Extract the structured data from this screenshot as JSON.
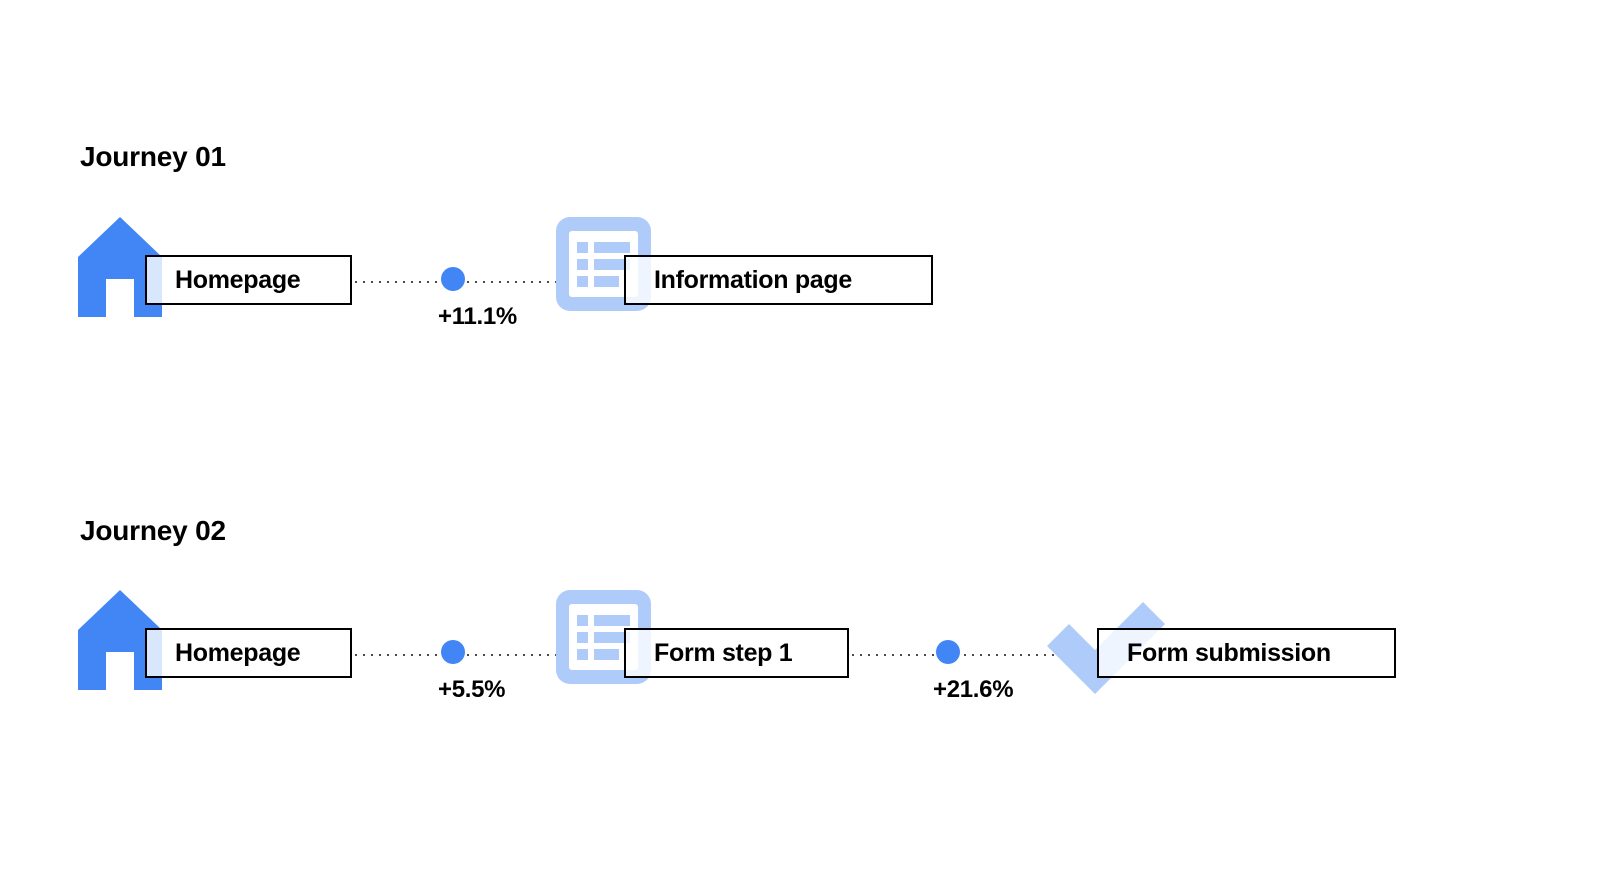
{
  "page": {
    "background_color": "#ffffff",
    "accent_blue": "#4285F4",
    "icon_light_blue": "#AECBFA",
    "text_color": "#000000"
  },
  "journeys": [
    {
      "title": "Journey 01",
      "steps": [
        {
          "label": "Homepage",
          "icon": "house-icon"
        },
        {
          "label": "Information page",
          "icon": "list-page-icon"
        }
      ],
      "transitions": [
        {
          "label": "+11.1%"
        }
      ]
    },
    {
      "title": "Journey 02",
      "steps": [
        {
          "label": "Homepage",
          "icon": "house-icon"
        },
        {
          "label": "Form step 1",
          "icon": "list-page-icon"
        },
        {
          "label": "Form submission",
          "icon": "checkmark-icon"
        }
      ],
      "transitions": [
        {
          "label": "+5.5%"
        },
        {
          "label": "+21.6%"
        }
      ]
    }
  ]
}
